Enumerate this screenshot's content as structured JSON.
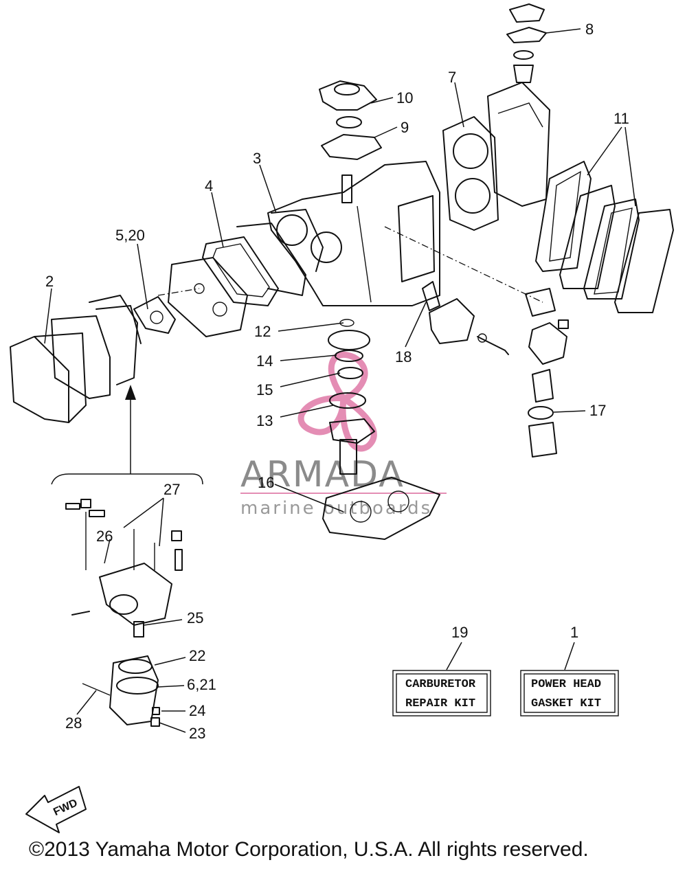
{
  "callouts": {
    "c1": "1",
    "c2": "2",
    "c3": "3",
    "c4": "4",
    "c5_20": "5,20",
    "c6_21": "6,21",
    "c7": "7",
    "c8": "8",
    "c9": "9",
    "c10": "10",
    "c11": "11",
    "c12": "12",
    "c13": "13",
    "c14": "14",
    "c15": "15",
    "c16": "16",
    "c17": "17",
    "c18": "18",
    "c19": "19",
    "c22": "22",
    "c23": "23",
    "c24": "24",
    "c25": "25",
    "c26": "26",
    "c27": "27",
    "c28": "28"
  },
  "kits": {
    "carburetor": {
      "line1": "CARBURETOR",
      "line2": "REPAIR KIT"
    },
    "power_head": {
      "line1": "POWER HEAD",
      "line2": "GASKET KIT"
    }
  },
  "watermark": {
    "brand": "ARMADA",
    "sub": "marine outboards"
  },
  "fwd_label": "FWD",
  "copyright": "©2013 Yamaha Motor Corporation, U.S.A. All rights reserved.",
  "colors": {
    "ink": "#111111",
    "watermark_pink": "#e07aa8",
    "watermark_gray": "#777777"
  }
}
